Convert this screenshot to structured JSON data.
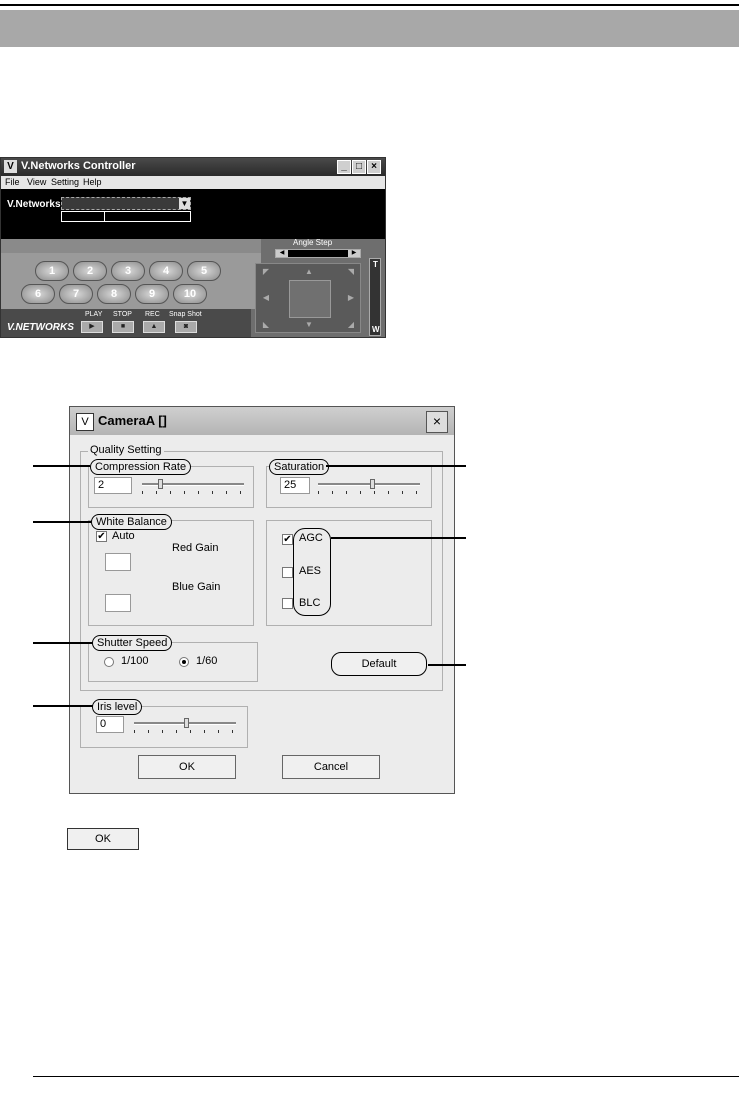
{
  "controller": {
    "title": "V.Networks Controller",
    "menu": [
      "File",
      "View",
      "Setting",
      "Help"
    ],
    "network_label": "V.Networks",
    "angle_step_label": "Angle Step",
    "preset_keys": [
      "1",
      "2",
      "3",
      "4",
      "5",
      "6",
      "7",
      "8",
      "9",
      "10"
    ],
    "playback": {
      "play": "PLAY",
      "stop": "STOP",
      "rec": "REC",
      "snapshot": "Snap Shot"
    },
    "zoom_top": "T",
    "zoom_bottom": "W",
    "logo_text": "V.NETWORKS"
  },
  "dialog": {
    "title": "CameraA  []",
    "quality_group": "Quality Setting",
    "compression": {
      "label": "Compression Rate",
      "value": "2"
    },
    "saturation": {
      "label": "Saturation",
      "value": "25"
    },
    "white_balance": {
      "label": "White Balance",
      "auto_label": "Auto",
      "red_gain": "Red Gain",
      "blue_gain": "Blue Gain"
    },
    "agc": "AGC",
    "aes": "AES",
    "blc": "BLC",
    "shutter": {
      "label": "Shutter Speed",
      "opt1": "1/100",
      "opt2": "1/60"
    },
    "default_button": "Default",
    "iris": {
      "label": "Iris level",
      "value": "0"
    },
    "ok_button": "OK",
    "cancel_button": "Cancel"
  },
  "standalone_ok": "OK"
}
